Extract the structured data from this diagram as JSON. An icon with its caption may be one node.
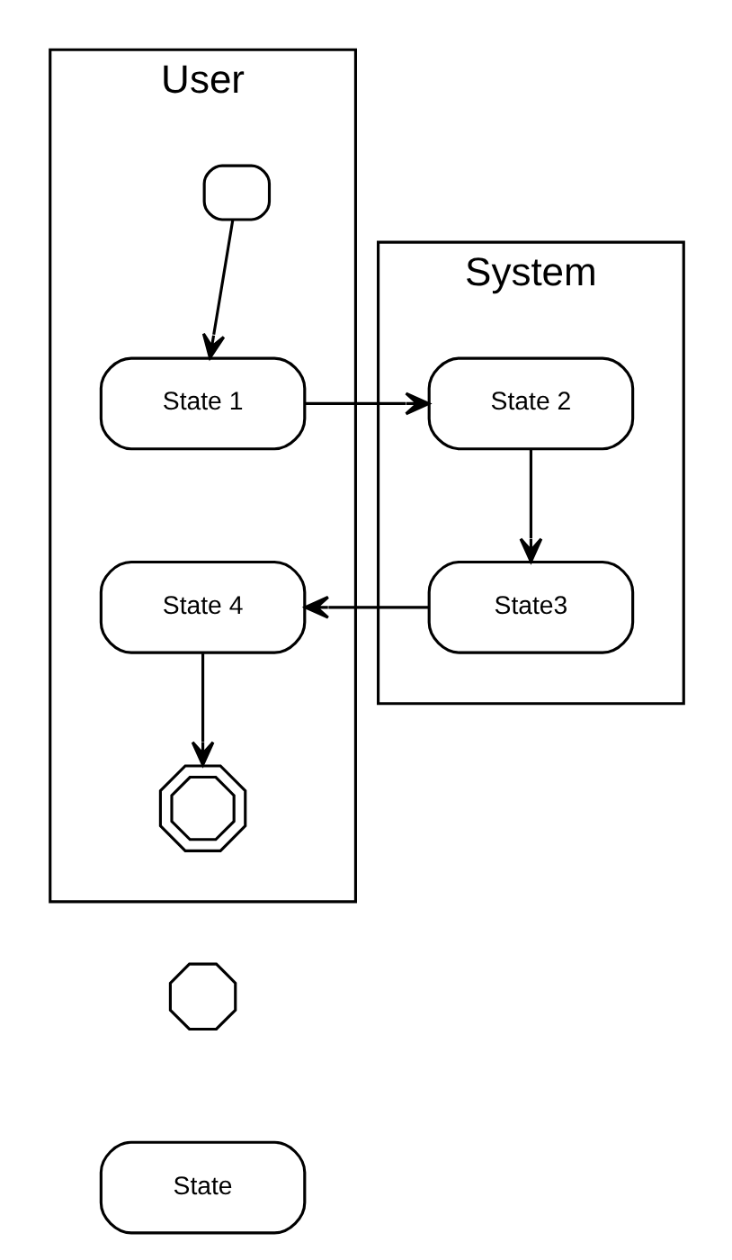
{
  "diagram": {
    "nodes": [
      {
        "text": [
          "User"
        ]
      },
      {
        "text": [
          "System"
        ]
      },
      {
        "text": [],
        "shape": "box",
        "in": 0
      },
      {
        "text": [
          "State 1"
        ],
        "in": 0
      },
      {
        "text": [
          "State 2"
        ],
        "in": 1
      },
      {
        "text": [
          "State3"
        ],
        "in": 1
      },
      {
        "text": [
          "State 4"
        ],
        "in": 0
      },
      {
        "text": [],
        "shape": "octagon",
        "in": 0
      },
      {
        "text": [],
        "shape": "octagon"
      },
      {
        "text": [
          "State"
        ]
      }
    ],
    "edges": [
      {
        "from": 2,
        "to": 3,
        "arrow": "to"
      },
      {
        "from": 3,
        "to": 4,
        "arrow": "to"
      },
      {
        "from": 4,
        "to": 5,
        "arrow": "to"
      },
      {
        "from": 5,
        "to": 6,
        "arrow": "to"
      },
      {
        "from": 6,
        "to": 7,
        "arrow": "to"
      }
    ]
  }
}
